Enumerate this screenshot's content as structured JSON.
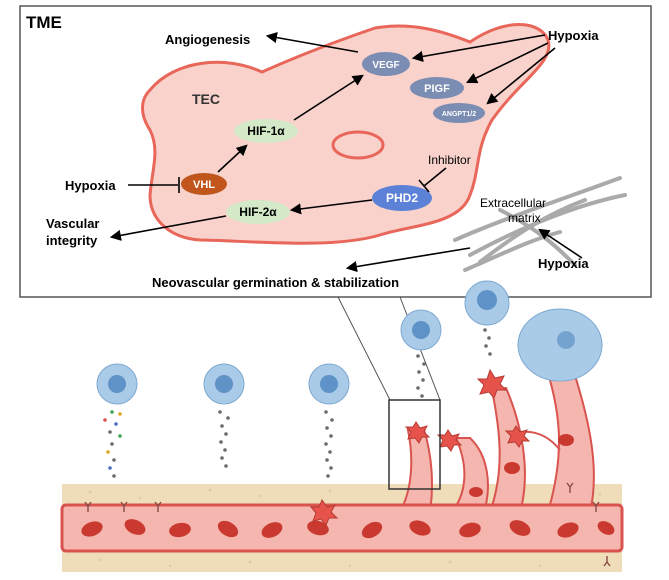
{
  "panel": {
    "corner_label": "TME",
    "cell_label": "TEC",
    "nodes": {
      "vegf": "VEGF",
      "pigf": "PIGF",
      "angpt": "ANGPT1/2",
      "hif1a": "HIF-1α",
      "hif2a": "HIF-2α",
      "vhl": "VHL",
      "phd2": "PHD2"
    },
    "labels": {
      "angiogenesis": "Angiogenesis",
      "hypoxia_top": "Hypoxia",
      "hypoxia_left": "Hypoxia",
      "hypoxia_right": "Hypoxia",
      "inhibitor": "Inhibitor",
      "ecm_line1": "Extracellular",
      "ecm_line2": "matrix",
      "vascular_line1": "Vascular",
      "vascular_line2": "integrity",
      "germination": "Neovascular germination & stabilization"
    }
  },
  "colors": {
    "cell_fill": "#f9d2cb",
    "cell_stroke": "#e8665a",
    "vessel_fill": "#f4b6ae",
    "vessel_stroke": "#d9534f",
    "rbc": "#c9392f",
    "tissue": "#efdcb8",
    "tumor": "#a9cbe8",
    "tumor_core": "#5f92c6",
    "hif_fill": "#d4e9c8",
    "vegf_fill": "#7b8db2",
    "vhl_fill": "#c0561b",
    "phd2_fill": "#5b82d6"
  }
}
